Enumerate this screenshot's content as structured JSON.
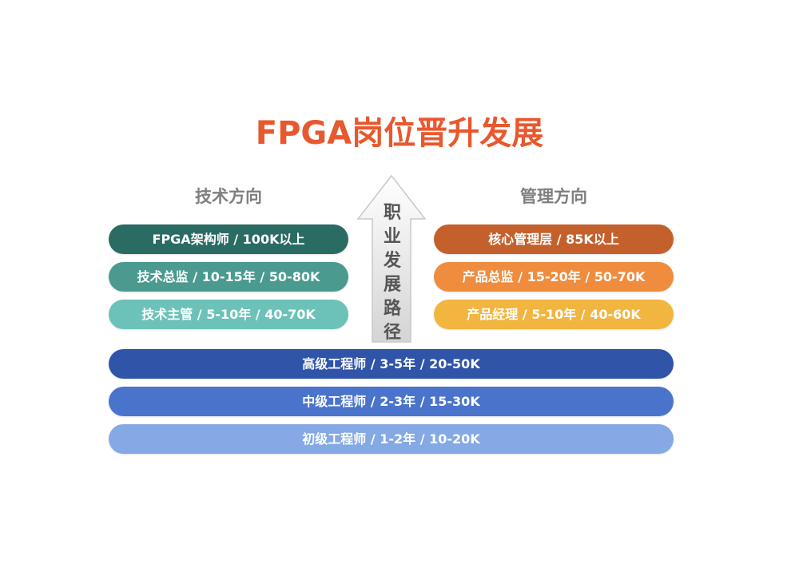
{
  "title": "FPGA岗位晋升发展",
  "colors": {
    "title": "#e8582e",
    "heading": "#7f7f7f",
    "tech": [
      "#2a6b64",
      "#4a9a90",
      "#6cc2b8"
    ],
    "mgmt": [
      "#c4602c",
      "#ef8c3e",
      "#f2b53f"
    ],
    "base": [
      "#2f54a8",
      "#4a74cc",
      "#84a9e4"
    ]
  },
  "tech_track": {
    "heading": "技术方向",
    "items": [
      {
        "label": "FPGA架构师 / 100K以上"
      },
      {
        "label": "技术总监 / 10-15年 /  50-80K"
      },
      {
        "label": "技术主管 / 5-10年 /  40-70K"
      }
    ]
  },
  "mgmt_track": {
    "heading": "管理方向",
    "items": [
      {
        "label": "核心管理层 / 85K以上"
      },
      {
        "label": "产品总监 / 15-20年 /  50-70K"
      },
      {
        "label": "产品经理 / 5-10年 /  40-60K"
      }
    ]
  },
  "arrow": {
    "icon": "up-arrow-icon",
    "chars": [
      "职",
      "业",
      "发",
      "展",
      "路",
      "径"
    ]
  },
  "base_levels": {
    "items": [
      {
        "label": "高级工程师 / 3-5年 /  20-50K"
      },
      {
        "label": "中级工程师 / 2-3年 /  15-30K"
      },
      {
        "label": "初级工程师 / 1-2年 /  10-20K"
      }
    ]
  }
}
